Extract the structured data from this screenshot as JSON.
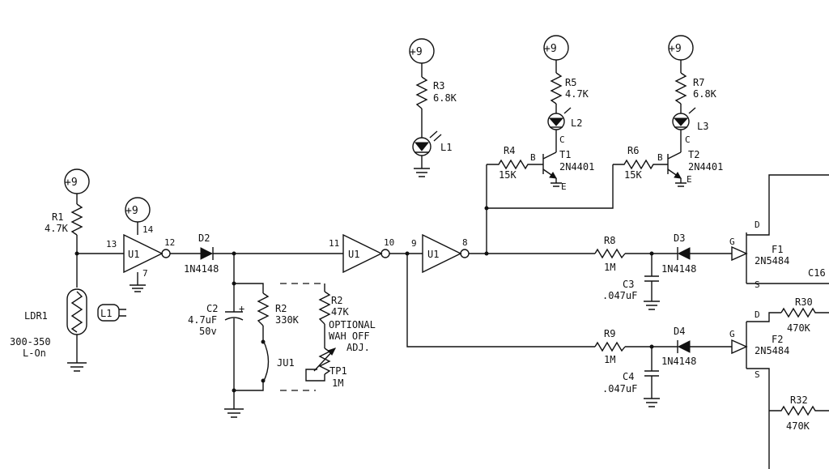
{
  "supplies": {
    "s1": "+9",
    "s2": "+9",
    "s3": "+9",
    "s4": "+9",
    "s5": "+9"
  },
  "resistors": {
    "r1": {
      "ref": "R1",
      "value": "4.7K"
    },
    "r3": {
      "ref": "R3",
      "value": "6.8K"
    },
    "r5": {
      "ref": "R5",
      "value": "4.7K"
    },
    "r7": {
      "ref": "R7",
      "value": "6.8K"
    },
    "r4": {
      "ref": "R4",
      "value": "15K"
    },
    "r6": {
      "ref": "R6",
      "value": "15K"
    },
    "r2a": {
      "ref": "R2",
      "value": "330K"
    },
    "r2b": {
      "ref": "R2",
      "value": "47K"
    },
    "r8": {
      "ref": "R8",
      "value": "1M"
    },
    "r9": {
      "ref": "R9",
      "value": "1M"
    },
    "r30": {
      "ref": "R30",
      "value": "470K"
    },
    "r32": {
      "ref": "R32",
      "value": "470K"
    }
  },
  "ldr": {
    "ref": "LDR1",
    "range": "300-350",
    "mode": "L-On"
  },
  "l1_box": "L1",
  "leds": {
    "l1": "L1",
    "l2": "L2",
    "l3": "L3"
  },
  "transistors": {
    "t1": {
      "ref": "T1",
      "part": "2N4401"
    },
    "t2": {
      "ref": "T2",
      "part": "2N4401"
    }
  },
  "pin_labels": {
    "b": "B",
    "c": "C",
    "e": "E"
  },
  "gates": {
    "u1a": {
      "ref": "U1",
      "in": "13",
      "out": "12",
      "vcc": "14",
      "gnd": "7"
    },
    "u1b": {
      "ref": "U1",
      "in": "11",
      "out": "10"
    },
    "u1c": {
      "ref": "U1",
      "in": "9",
      "out": "8"
    }
  },
  "diodes": {
    "d2": {
      "ref": "D2",
      "part": "1N4148"
    },
    "d3": {
      "ref": "D3",
      "part": "1N4148"
    },
    "d4": {
      "ref": "D4",
      "part": "1N4148"
    }
  },
  "capacitors": {
    "c2": {
      "ref": "C2",
      "value": "4.7uF",
      "voltage": "50v",
      "polarity": "+"
    },
    "c3": {
      "ref": "C3",
      "value": ".047uF"
    },
    "c4": {
      "ref": "C4",
      "value": ".047uF"
    },
    "c16": {
      "ref": "C16"
    }
  },
  "jumper": {
    "ref": "JU1"
  },
  "optional": {
    "line1": "OPTIONAL",
    "line2": "WAH OFF",
    "line3": "ADJ."
  },
  "trimpot": {
    "ref": "TP1",
    "value": "1M"
  },
  "fets": {
    "f1": {
      "ref": "F1",
      "part": "2N5484",
      "d": "D",
      "g": "G",
      "s": "S"
    },
    "f2": {
      "ref": "F2",
      "part": "2N5484",
      "d": "D",
      "g": "G",
      "s": "S"
    }
  }
}
